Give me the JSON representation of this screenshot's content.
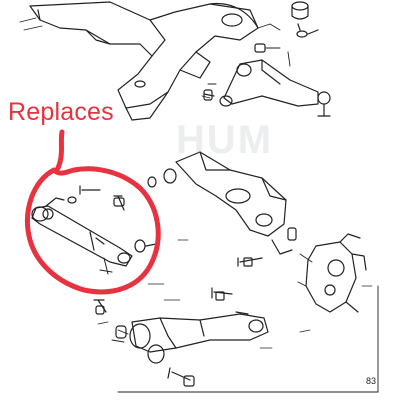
{
  "callout": {
    "label": "Replaces",
    "color": "#e8323f"
  },
  "watermark": {
    "text": "HUM",
    "color": "#9aa0a6"
  },
  "diagram": {
    "line_color": "#222222",
    "page_number": "83"
  }
}
